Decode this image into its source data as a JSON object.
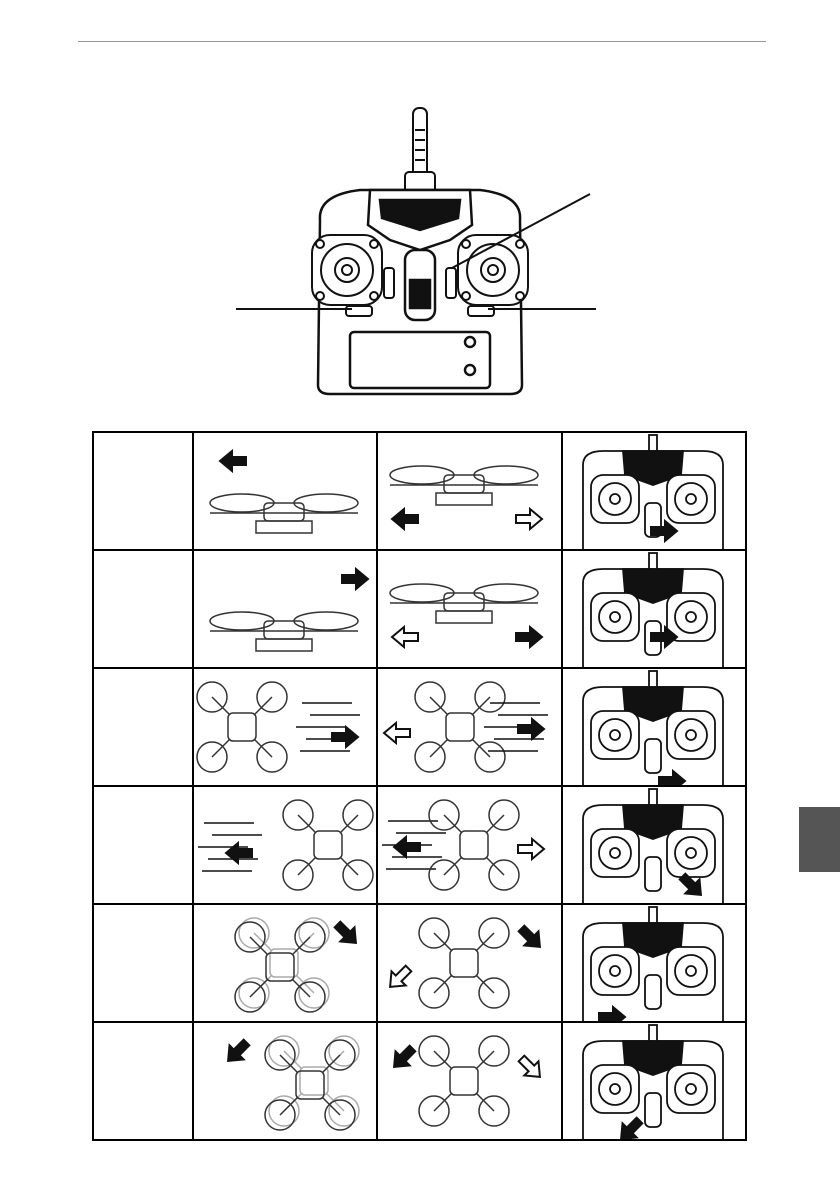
{
  "page": {
    "has_header_rule": true,
    "side_tab_color": "#555555"
  },
  "controller_diagram": {
    "callouts": [
      "left-trim-callout",
      "right-trim-callout",
      "top-right-callout"
    ]
  },
  "trim_table": {
    "rows": [
      {
        "row_label": "",
        "drone_view": "side",
        "motion": "left",
        "control": "center-trim-right"
      },
      {
        "row_label": "",
        "drone_view": "side",
        "motion": "right",
        "control": "center-trim-right-2"
      },
      {
        "row_label": "",
        "drone_view": "top",
        "motion": "right",
        "control": "right-trim-right"
      },
      {
        "row_label": "",
        "drone_view": "top",
        "motion": "left",
        "control": "right-stick-down"
      },
      {
        "row_label": "",
        "drone_view": "top-rotate",
        "motion": "clockwise",
        "control": "left-trim-right"
      },
      {
        "row_label": "",
        "drone_view": "top-rotate",
        "motion": "counterclockwise",
        "control": "left-trim-left"
      }
    ]
  }
}
